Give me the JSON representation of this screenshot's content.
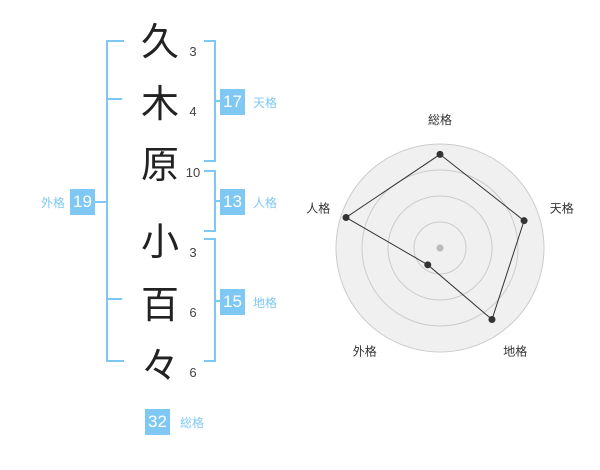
{
  "name_chars": [
    {
      "char": "久",
      "strokes": "3"
    },
    {
      "char": "木",
      "strokes": "4"
    },
    {
      "char": "原",
      "strokes": "10"
    },
    {
      "char": "小",
      "strokes": "3"
    },
    {
      "char": "百",
      "strokes": "6"
    },
    {
      "char": "々",
      "strokes": "6"
    }
  ],
  "scores": {
    "tenkaku": {
      "label": "天格",
      "value": "17"
    },
    "jinkaku": {
      "label": "人格",
      "value": "13"
    },
    "chikaku": {
      "label": "地格",
      "value": "15"
    },
    "gaikaku": {
      "label": "外格",
      "value": "19"
    },
    "soukaku": {
      "label": "総格",
      "value": "32"
    }
  },
  "chart_data": {
    "type": "radar",
    "axes": [
      "総格",
      "天格",
      "地格",
      "外格",
      "人格"
    ],
    "values": [
      0.9,
      0.85,
      0.85,
      0.2,
      0.95
    ],
    "range": [
      0,
      1
    ],
    "rings": 4,
    "grid": true,
    "colors": {
      "fill": "#f0f0f0",
      "line": "#333333",
      "ring": "#cccccc",
      "point": "#333333",
      "center": "#bbbbbb"
    }
  }
}
